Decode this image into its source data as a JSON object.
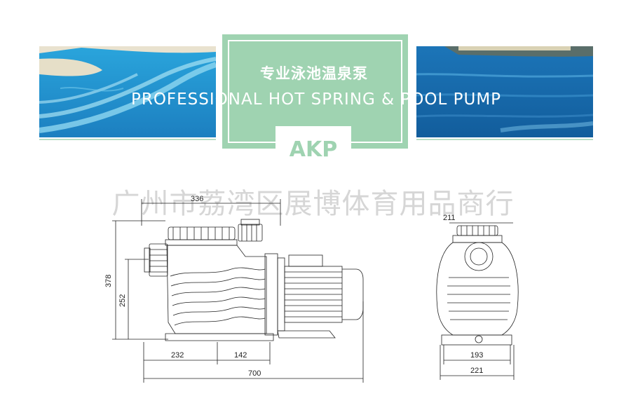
{
  "banner": {
    "title_cn": "专业泳池温泉泵",
    "title_en": "PROFESSIONAL HOT SPRING & POOL PUMP",
    "brand": "AKP",
    "accent_color": "#9fd3b1"
  },
  "watermark": "广州市荔湾区展博体育用品商行",
  "dimensions": {
    "side": {
      "top_width": "336",
      "total_height": "378",
      "inlet_height": "252",
      "base_left": "232",
      "base_spacing": "142",
      "total_length": "700"
    },
    "front": {
      "top_offset": "211",
      "base_inner": "193",
      "base_outer": "221"
    }
  },
  "icons": {
    "pool_photo_left": "pool-water-steps",
    "pool_photo_right": "pool-water",
    "pump_side": "pump-side-view",
    "pump_front": "pump-front-view"
  }
}
